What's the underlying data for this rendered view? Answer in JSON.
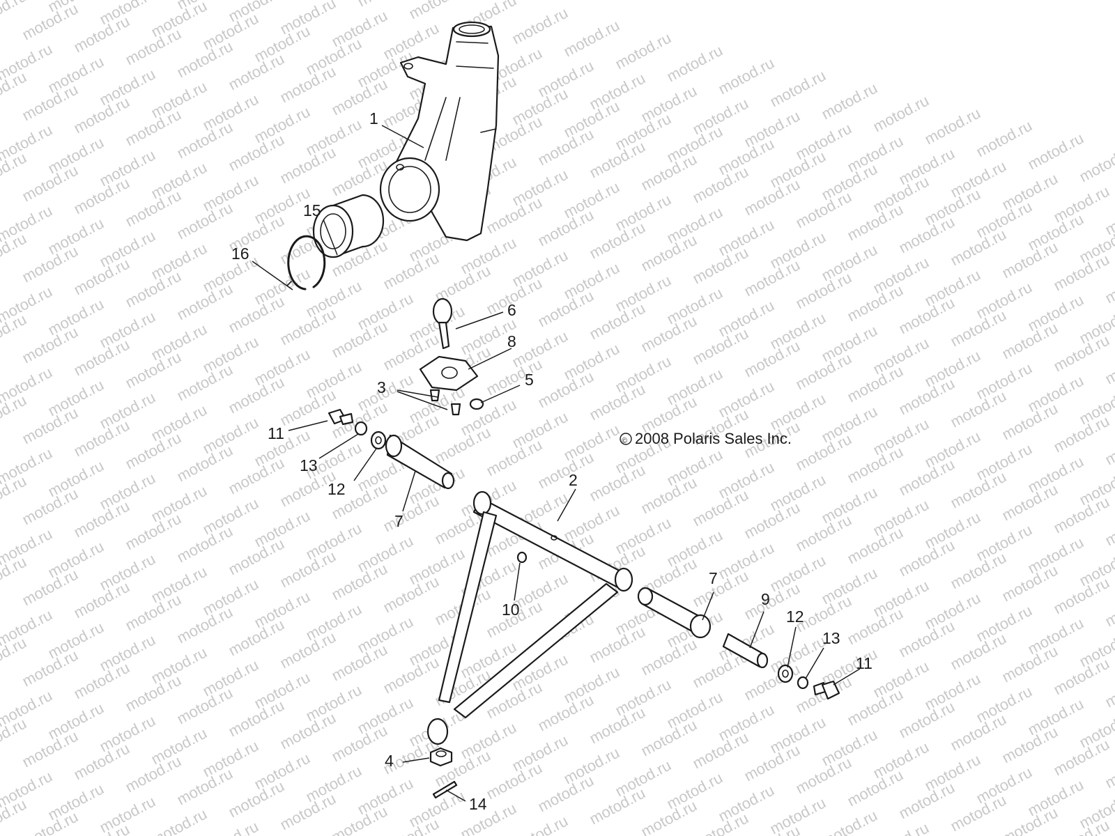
{
  "watermark": "motod.ru",
  "copyright": "2008 Polaris Sales Inc.",
  "copyright_symbol": "©",
  "callouts": [
    {
      "id": "c1",
      "label": "1"
    },
    {
      "id": "c15",
      "label": "15"
    },
    {
      "id": "c16",
      "label": "16"
    },
    {
      "id": "c6",
      "label": "6"
    },
    {
      "id": "c8",
      "label": "8"
    },
    {
      "id": "c3",
      "label": "3"
    },
    {
      "id": "c5",
      "label": "5"
    },
    {
      "id": "c11a",
      "label": "11"
    },
    {
      "id": "c13a",
      "label": "13"
    },
    {
      "id": "c12a",
      "label": "12"
    },
    {
      "id": "c7a",
      "label": "7"
    },
    {
      "id": "c2",
      "label": "2"
    },
    {
      "id": "c10",
      "label": "10"
    },
    {
      "id": "c7b",
      "label": "7"
    },
    {
      "id": "c9",
      "label": "9"
    },
    {
      "id": "c12b",
      "label": "12"
    },
    {
      "id": "c13b",
      "label": "13"
    },
    {
      "id": "c11b",
      "label": "11"
    },
    {
      "id": "c4",
      "label": "4"
    },
    {
      "id": "c14",
      "label": "14"
    }
  ]
}
